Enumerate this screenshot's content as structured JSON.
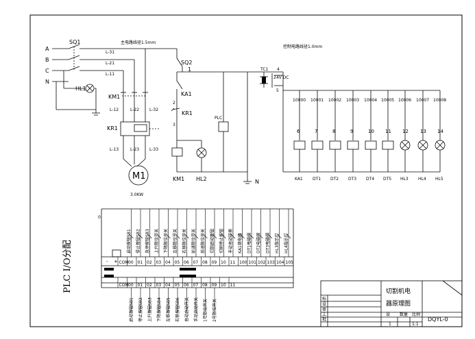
{
  "phases": [
    "A",
    "B",
    "C",
    "N"
  ],
  "main_wire_note": "主电路线径1.5mm",
  "ctrl_wire_note": "控制电路线径1.0mm",
  "labels": {
    "sq1": "SQ1",
    "sq2": "SQ2",
    "l31": "L-31",
    "l21": "L-21",
    "l11": "L-11",
    "hl1": "HL1",
    "km1_main": "KM1",
    "l12": "L-12",
    "l22": "L-22",
    "l32": "L-32",
    "kr1_main": "KR1",
    "l13": "L-13",
    "l23": "L-23",
    "l33": "L-33",
    "motor": "M1",
    "motor_power": "3.0KW",
    "node1": "1",
    "ka1": "KA1",
    "node2": "2",
    "kr1_ctrl": "KR1",
    "node3": "3",
    "km1_coil": "KM1",
    "hl2": "HL2",
    "n_ground": "N",
    "plc": "PLC",
    "tc1": "TC1",
    "tc_n4": "4",
    "tc_n5": "5",
    "tc_v": "24V DC"
  },
  "output_addrs": [
    "10000",
    "10001",
    "10002",
    "10003",
    "10004",
    "10005",
    "10006",
    "10007",
    "10008"
  ],
  "output_nodes": [
    "6",
    "7",
    "8",
    "9",
    "10",
    "11",
    "12",
    "13",
    "14"
  ],
  "output_devices": [
    "KA1",
    "DT1",
    "DT2",
    "DT3",
    "DT4",
    "DT5",
    "HL3",
    "HL4",
    "HL5"
  ],
  "io_title": "PLC I/O分配",
  "top_terminals": [
    "COM",
    "00",
    "01",
    "02",
    "03",
    "04",
    "05",
    "06",
    "07",
    "08",
    "09",
    "10",
    "11",
    "100",
    "101",
    "102",
    "103",
    "104",
    "105"
  ],
  "bottom_terminals": [
    "COM",
    "00",
    "01",
    "02",
    "03",
    "04",
    "05",
    "06",
    "07",
    "08",
    "09",
    "10",
    "11"
  ],
  "pm_labels": [
    "-",
    "+"
  ],
  "top_label_zero": "0",
  "top_io_labels": [
    "启动按钮SB1",
    "停止按钮SB2",
    "急停按钮SB3",
    "上升限位开关",
    "下降限位开关",
    "左移限位开关",
    "右移限位开关",
    "前进限位开关",
    "后退限位开关",
    "切割启动按钮",
    "切割停止按钮",
    "手动自动转换",
    "KA1继电器",
    "DT1电磁阀",
    "DT2电磁阀",
    "DT3电磁阀",
    "HL3指示灯",
    "HL4指示灯"
  ],
  "bottom_io_labels": [
    "启动按钮SB1",
    "停止按钮SB2",
    "上升按钮SB3",
    "下降按钮SB4",
    "左移按钮SB5",
    "右移按钮SB6",
    "自动启动开关",
    "手动启动开关",
    "1号限位开关",
    "2号限位开关"
  ],
  "title_block": {
    "title_line1": "切割机电",
    "title_line2": "器原理图",
    "code": "DQYL-0",
    "cell_a": "设",
    "cell_b": "数量",
    "cell_c": "比例",
    "qty": "1",
    "scale": "1:1",
    "row_marks": [
      "标",
      "设",
      "审",
      "工",
      "批"
    ]
  }
}
